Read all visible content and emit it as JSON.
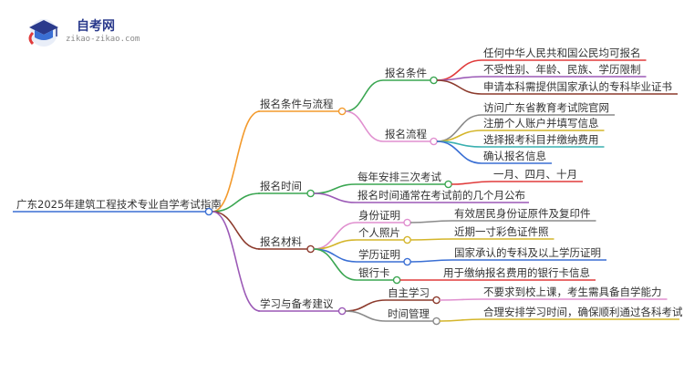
{
  "logo": {
    "name": "自考网",
    "url": "zikao-zikao.com"
  },
  "root": {
    "label": "广东2025年建筑工程技术专业自学考试指南"
  },
  "branches": [
    {
      "label": "报名条件与流程",
      "color": "#f39a2c",
      "children": [
        {
          "label": "报名条件",
          "color": "#3aa651",
          "children": [
            {
              "label": "任何中华人民共和国公民均可报名",
              "color": "#e03b3b"
            },
            {
              "label": "不受性别、年龄、民族、学历限制",
              "color": "#9b59b6"
            },
            {
              "label": "申请本科需提供国家承认的专科毕业证书",
              "color": "#8c3a2c"
            }
          ]
        },
        {
          "label": "报名流程",
          "color": "#e08fcf",
          "children": [
            {
              "label": "访问广东省教育考试院官网",
              "color": "#8a8a8a"
            },
            {
              "label": "注册个人账户并填写信息",
              "color": "#d4b52a"
            },
            {
              "label": "选择报考科目并缴纳费用",
              "color": "#3ab0b0"
            },
            {
              "label": "确认报名信息",
              "color": "#3a6fd4"
            }
          ]
        }
      ]
    },
    {
      "label": "报名时间",
      "color": "#3aa651",
      "children": [
        {
          "label": "每年安排三次考试",
          "color": "#3aa651",
          "children": [
            {
              "label": "一月、四月、十月",
              "color": "#e03b3b"
            }
          ]
        },
        {
          "label": "报名时间通常在考试前的几个月公布",
          "color": "#9b59b6",
          "children": []
        }
      ]
    },
    {
      "label": "报名材料",
      "color": "#8c3a2c",
      "children": [
        {
          "label": "身份证明",
          "color": "#e08fcf",
          "children": [
            {
              "label": "有效居民身份证原件及复印件",
              "color": "#8a8a8a"
            }
          ]
        },
        {
          "label": "个人照片",
          "color": "#d4b52a",
          "children": [
            {
              "label": "近期一寸彩色证件照",
              "color": "#d4b52a"
            }
          ]
        },
        {
          "label": "学历证明",
          "color": "#3a6fd4",
          "children": [
            {
              "label": "国家承认的专科及以上学历证明",
              "color": "#3a6fd4"
            }
          ]
        },
        {
          "label": "银行卡",
          "color": "#3aa651",
          "children": [
            {
              "label": "用于缴纳报名费用的银行卡信息",
              "color": "#e03b3b"
            }
          ]
        }
      ]
    },
    {
      "label": "学习与备考建议",
      "color": "#9b59b6",
      "children": [
        {
          "label": "自主学习",
          "color": "#8c3a2c",
          "children": [
            {
              "label": "不要求到校上课，考生需具备自学能力",
              "color": "#e08fcf"
            }
          ]
        },
        {
          "label": "时间管理",
          "color": "#8a8a8a",
          "children": [
            {
              "label": "合理安排学习时间，确保顺利通过各科考试",
              "color": "#d4b52a"
            }
          ]
        }
      ]
    }
  ]
}
